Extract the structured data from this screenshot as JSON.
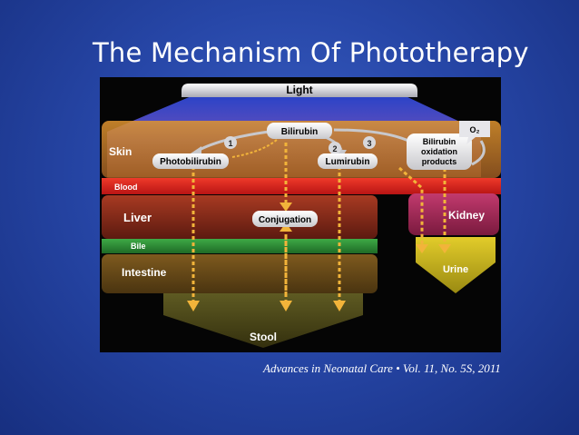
{
  "slide": {
    "title": "The Mechanism Of Phototherapy",
    "citation": "Advances in Neonatal Care • Vol. 11, No. 5S, 2011"
  },
  "diagram": {
    "light_label": "Light",
    "oxygen_label": "O₂",
    "layers": {
      "skin": "Skin",
      "blood": "Blood",
      "liver": "Liver",
      "bile": "Bile",
      "intestine": "Intestine",
      "kidney": "Kidney",
      "urine": "Urine",
      "stool": "Stool"
    },
    "nodes": {
      "bilirubin": "Bilirubin",
      "photobilirubin": "Photobilirubin",
      "lumirubin": "Lumirubin",
      "oxidation_line1": "Bilirubin",
      "oxidation_line2": "oxidation",
      "oxidation_line3": "products",
      "conjugation": "Conjugation"
    },
    "step_numbers": [
      "1",
      "2",
      "3"
    ]
  },
  "colors": {
    "background": "#2747a8",
    "skin": "#c97a2a",
    "blood": "#d11c1c",
    "liver": "#8c2a1a",
    "bile": "#2f8f3a",
    "intestine": "#6b4a16",
    "stool": "#4e4a1a",
    "kidney": "#a82a5a",
    "urine": "#c8b21a",
    "arrow": "#f2b43a"
  }
}
